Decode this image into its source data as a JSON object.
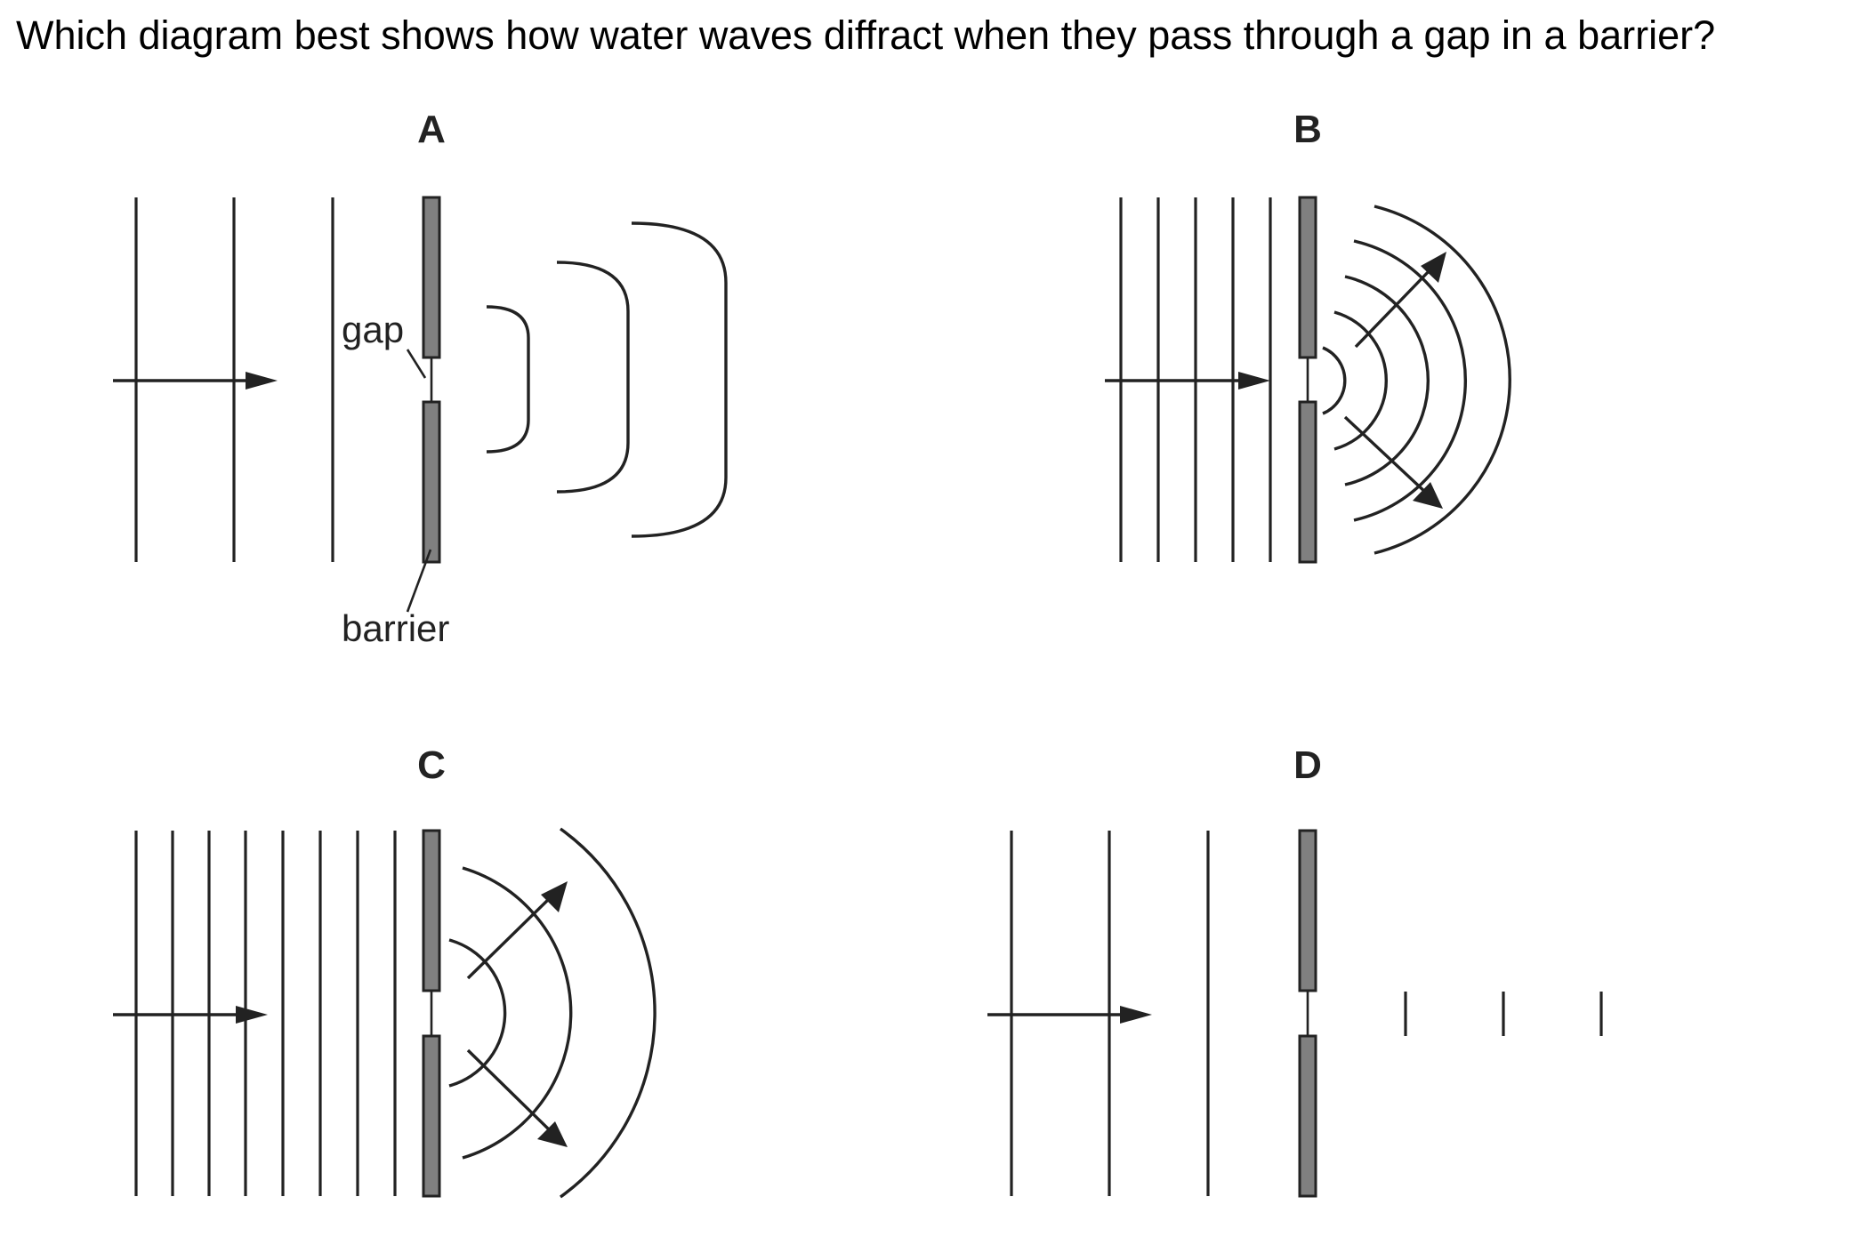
{
  "question": "Which diagram best shows how water waves diffract when they pass through a gap in a barrier?",
  "options": [
    {
      "letter": "A"
    },
    {
      "letter": "B"
    },
    {
      "letter": "C"
    },
    {
      "letter": "D"
    }
  ],
  "labels": {
    "gap": "gap",
    "barrier": "barrier"
  },
  "colors": {
    "barrier_fill": "#808080",
    "line": "#222222"
  }
}
